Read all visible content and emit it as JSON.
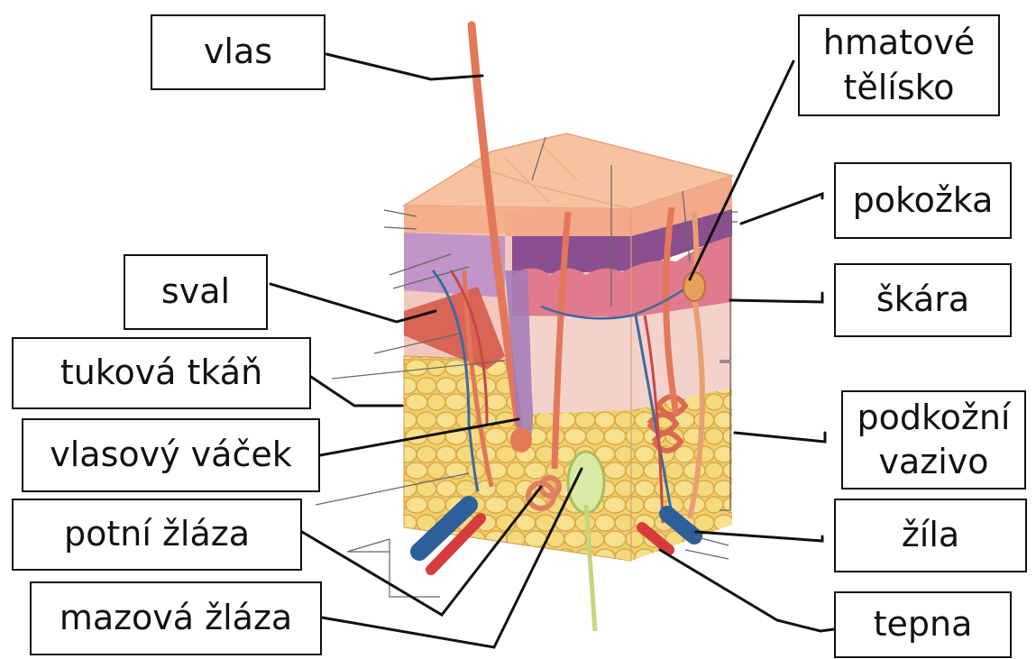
{
  "labels": {
    "vlas": "vlas",
    "hmatove_telisko": [
      "hmatové",
      "tělísko"
    ],
    "pokozka": "pokožka",
    "skara": "škára",
    "sval": "sval",
    "tukova_tkan": "tuková tkáň",
    "podkozni_vazivo": [
      "podkožní",
      "vazivo"
    ],
    "vlasovy_vacek": "vlasový váček",
    "potni_zlaza": "potní žláza",
    "zila": "žíla",
    "mazova_zlaza": "mazová žláza",
    "tepna": "tepna"
  },
  "colors": {
    "epidermis": "#f4b08c",
    "dermis": "#f2c7bd",
    "dermis_dark": "#b5658a",
    "papillae": "#e07a8c",
    "fat": "#f1cf6a",
    "hair": "#e2775a",
    "vein": "#2e5f9a",
    "artery": "#d63c3c",
    "leader": "#111111"
  }
}
